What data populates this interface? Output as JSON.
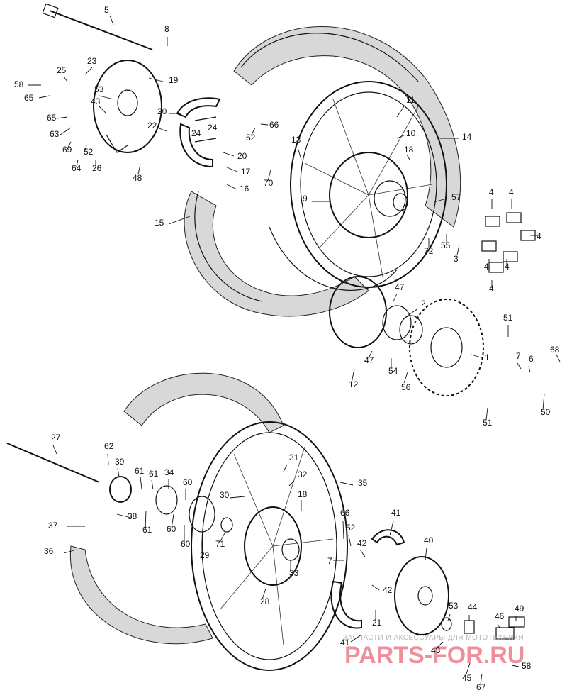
{
  "labels": [
    {
      "n": "5"
    },
    {
      "n": "8"
    },
    {
      "n": "58"
    },
    {
      "n": "25"
    },
    {
      "n": "23"
    },
    {
      "n": "65"
    },
    {
      "n": "53"
    },
    {
      "n": "43"
    },
    {
      "n": "19"
    },
    {
      "n": "65"
    },
    {
      "n": "63"
    },
    {
      "n": "69"
    },
    {
      "n": "52"
    },
    {
      "n": "64"
    },
    {
      "n": "26"
    },
    {
      "n": "20"
    },
    {
      "n": "24"
    },
    {
      "n": "24"
    },
    {
      "n": "22"
    },
    {
      "n": "48"
    },
    {
      "n": "20"
    },
    {
      "n": "17"
    },
    {
      "n": "16"
    },
    {
      "n": "15"
    },
    {
      "n": "52"
    },
    {
      "n": "66"
    },
    {
      "n": "13"
    },
    {
      "n": "70"
    },
    {
      "n": "11"
    },
    {
      "n": "10"
    },
    {
      "n": "14"
    },
    {
      "n": "18"
    },
    {
      "n": "9"
    },
    {
      "n": "57"
    },
    {
      "n": "72"
    },
    {
      "n": "55"
    },
    {
      "n": "3"
    },
    {
      "n": "4"
    },
    {
      "n": "4"
    },
    {
      "n": "4"
    },
    {
      "n": "4"
    },
    {
      "n": "4"
    },
    {
      "n": "4"
    },
    {
      "n": "47"
    },
    {
      "n": "2"
    },
    {
      "n": "47"
    },
    {
      "n": "54"
    },
    {
      "n": "56"
    },
    {
      "n": "12"
    },
    {
      "n": "1"
    },
    {
      "n": "51"
    },
    {
      "n": "7"
    },
    {
      "n": "6"
    },
    {
      "n": "68"
    },
    {
      "n": "50"
    },
    {
      "n": "51"
    },
    {
      "n": "27"
    },
    {
      "n": "62"
    },
    {
      "n": "39"
    },
    {
      "n": "61"
    },
    {
      "n": "61"
    },
    {
      "n": "34"
    },
    {
      "n": "60"
    },
    {
      "n": "38"
    },
    {
      "n": "61"
    },
    {
      "n": "60"
    },
    {
      "n": "60"
    },
    {
      "n": "29"
    },
    {
      "n": "37"
    },
    {
      "n": "36"
    },
    {
      "n": "31"
    },
    {
      "n": "32"
    },
    {
      "n": "35"
    },
    {
      "n": "30"
    },
    {
      "n": "18"
    },
    {
      "n": "71"
    },
    {
      "n": "66"
    },
    {
      "n": "52"
    },
    {
      "n": "41"
    },
    {
      "n": "7"
    },
    {
      "n": "42"
    },
    {
      "n": "40"
    },
    {
      "n": "33"
    },
    {
      "n": "28"
    },
    {
      "n": "42"
    },
    {
      "n": "21"
    },
    {
      "n": "53"
    },
    {
      "n": "44"
    },
    {
      "n": "46"
    },
    {
      "n": "49"
    },
    {
      "n": "41"
    },
    {
      "n": "43"
    },
    {
      "n": "45"
    },
    {
      "n": "58"
    },
    {
      "n": "67"
    }
  ],
  "watermark": {
    "caption": "ЗАПЧАСТИ И АКСЕССУАРЫ ДЛЯ МОТОТЕХНИКИ",
    "brand": "PARTS-FOR.RU"
  }
}
